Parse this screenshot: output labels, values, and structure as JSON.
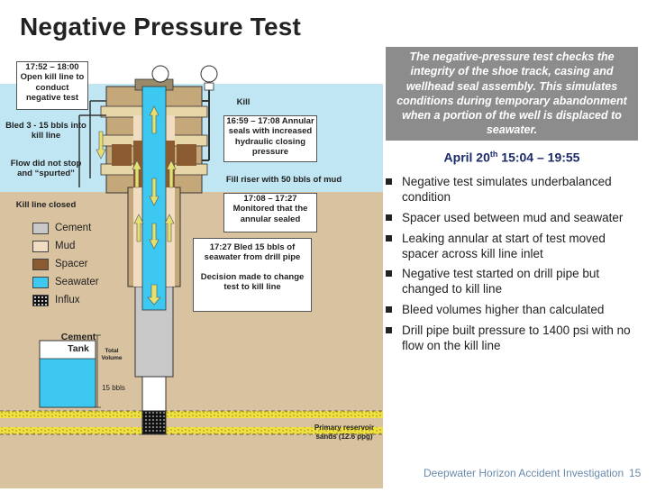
{
  "slide": {
    "title": "Negative Pressure Test",
    "footer": "Deepwater Horizon Accident Investigation",
    "page_number": "15"
  },
  "panel": {
    "text": "The negative-pressure test checks the integrity of the shoe track, casing and wellhead seal assembly.  This simulates conditions during temporary abandonment when a portion of the well is displaced to seawater."
  },
  "schedule": {
    "date_prefix": "April 20",
    "date_sup": "th",
    "date_suffix": " 15:04 – 19:55"
  },
  "bullets": [
    "Negative test simulates underbalanced condition",
    "Spacer used between mud and seawater",
    "Leaking annular at start of test moved spacer across kill line inlet",
    "Negative test started on drill pipe but changed to kill line",
    "Bleed volumes higher than calculated",
    "Drill pipe built pressure to 1400 psi with no flow on the kill line"
  ],
  "diagram": {
    "callout_kill_open": "17:52 – 18:00 Open kill line to conduct negative test",
    "note_bled": "Bled 3 - 15 bbls into kill line",
    "note_flow": "Flow did not stop and “spurted”",
    "note_kill_closed": "Kill line closed",
    "kill_label": "Kill",
    "callout_annular": "16:59 – 17:08 Annular seals with increased hydraulic closing pressure",
    "note_fill_riser": "Fill riser with 50 bbls of mud",
    "callout_monitored": "17:08 – 17:27 Monitored that the annular sealed",
    "callout_bled_seawater": "17:27 Bled 15 bbls of seawater from drill pipe",
    "callout_decision": "Decision made to change test to kill line",
    "cement_tank_label": "Cement Tank",
    "total_volume_label": "Total Volume",
    "tank_volume_label": "15 bbls",
    "reservoir_label": "Primary reservoir sands (12.6 ppg)"
  },
  "legend": [
    {
      "name": "Cement",
      "color": "#c8c8c8",
      "pattern": "solid"
    },
    {
      "name": "Mud",
      "color": "#f0dcc0",
      "pattern": "solid"
    },
    {
      "name": "Spacer",
      "color": "#8a5a30",
      "pattern": "solid"
    },
    {
      "name": "Seawater",
      "color": "#3cc8f0",
      "pattern": "solid"
    },
    {
      "name": "Influx",
      "color": "#111111",
      "pattern": "dots"
    }
  ],
  "colors": {
    "seabed": "#d8c2a0",
    "sky": "#bfe6f2",
    "seawater": "#3cc8f0",
    "spacer": "#8a5a30",
    "mud": "#f0dcc0",
    "cement": "#c8c8c8",
    "sands": "#f0e040",
    "panel": "#8c8c8c",
    "date_text": "#1a2a6a",
    "footer_text": "#6a8aaa"
  }
}
